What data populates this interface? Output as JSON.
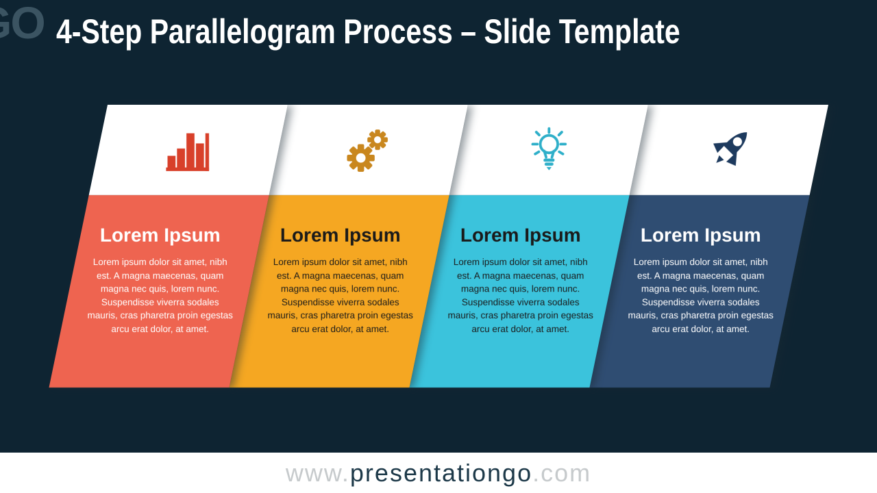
{
  "slide": {
    "background_color": "#0e2432",
    "logo_text": "GO",
    "title": "4-Step Parallelogram Process – Slide Template"
  },
  "footer": {
    "prefix": "www.",
    "brand": "presentationgo",
    "suffix": ".com"
  },
  "steps": [
    {
      "icon": "bar-chart-icon",
      "heading": "Lorem Ipsum",
      "body": "Lorem ipsum dolor sit amet, nibh est. A magna maecenas, quam magna nec quis, lorem nunc. Suspendisse viverra sodales mauris, cras pharetra proin egestas arcu erat dolor, at amet.",
      "panel_color": "#ee6450",
      "icon_color": "#d8402a",
      "text_color": "#ffffff"
    },
    {
      "icon": "gears-icon",
      "heading": "Lorem Ipsum",
      "body": "Lorem ipsum dolor sit amet, nibh est. A magna maecenas, quam magna nec quis, lorem nunc. Suspendisse viverra sodales mauris, cras pharetra proin egestas arcu erat dolor, at amet.",
      "panel_color": "#f5a722",
      "icon_color": "#c9871e",
      "text_color": "#1a1a1a"
    },
    {
      "icon": "lightbulb-icon",
      "heading": "Lorem Ipsum",
      "body": "Lorem ipsum dolor sit amet, nibh est. A magna maecenas, quam magna nec quis, lorem nunc. Suspendisse viverra sodales mauris, cras pharetra proin egestas arcu erat dolor, at amet.",
      "panel_color": "#3bc3dc",
      "icon_color": "#2eafc9",
      "text_color": "#1a1a1a"
    },
    {
      "icon": "rocket-icon",
      "heading": "Lorem Ipsum",
      "body": "Lorem ipsum dolor sit amet, nibh est. A magna maecenas, quam magna nec quis, lorem nunc. Suspendisse viverra sodales mauris, cras pharetra proin egestas arcu erat dolor, at amet.",
      "panel_color": "#2f4d72",
      "icon_color": "#1d3a5e",
      "text_color": "#ffffff"
    }
  ]
}
